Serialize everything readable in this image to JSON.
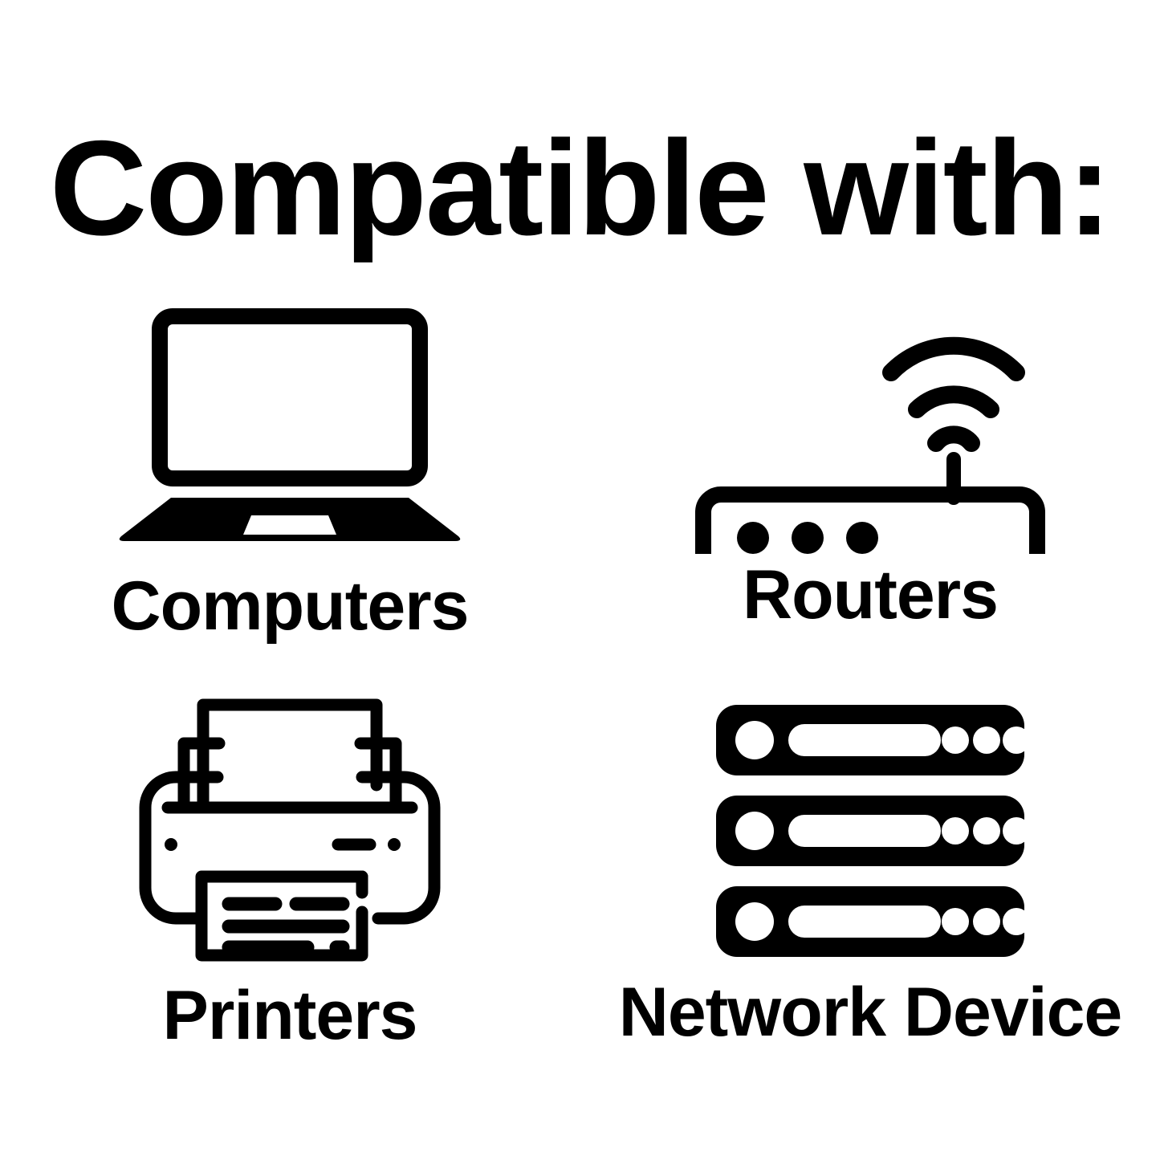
{
  "page": {
    "background_color": "#ffffff",
    "foreground_color": "#000000",
    "title": "Compatible with:"
  },
  "items": [
    {
      "label": "Computers",
      "icon": "laptop-icon"
    },
    {
      "label": "Routers",
      "icon": "wifi-router-icon"
    },
    {
      "label": "Printers",
      "icon": "printer-icon"
    },
    {
      "label": "Network Device",
      "icon": "server-stack-icon"
    }
  ]
}
